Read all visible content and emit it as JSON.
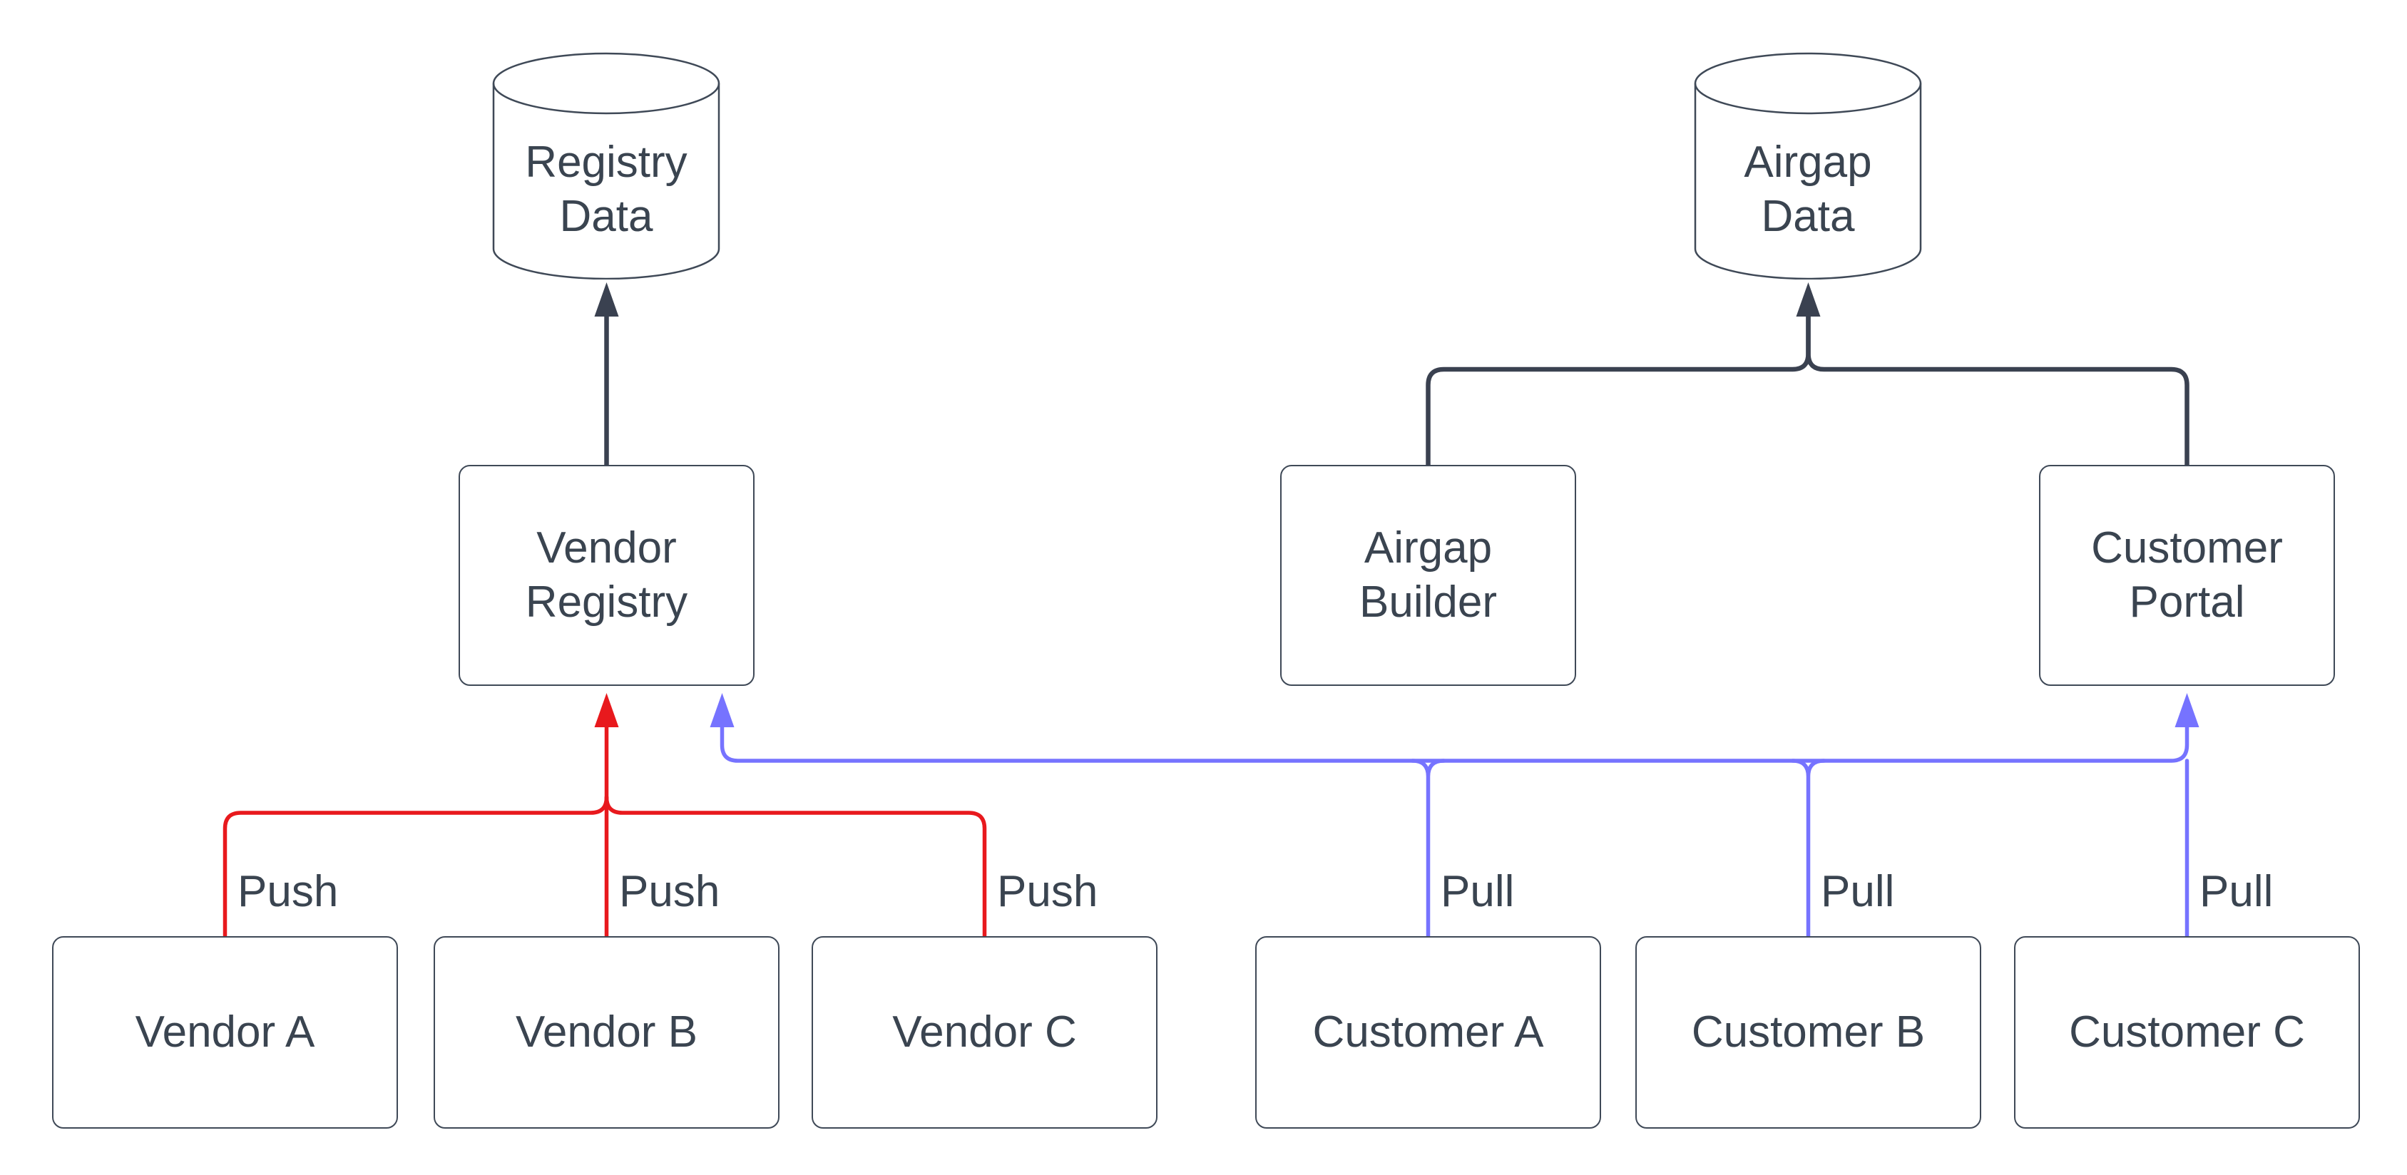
{
  "diagram": {
    "colors": {
      "background": "#ffffff",
      "node_border": "#3f4957",
      "text": "#3a4450",
      "store_edge": "#3a4150",
      "push_edge": "#e8191d",
      "pull_edge": "#7673ff"
    },
    "nodes": {
      "registry_data": {
        "lines": [
          "Registry",
          "Data"
        ]
      },
      "airgap_data": {
        "lines": [
          "Airgap",
          "Data"
        ]
      },
      "vendor_registry": {
        "lines": [
          "Vendor",
          "Registry"
        ]
      },
      "airgap_builder": {
        "lines": [
          "Airgap",
          "Builder"
        ]
      },
      "customer_portal": {
        "lines": [
          "Customer",
          "Portal"
        ]
      },
      "vendor_a": {
        "lines": [
          "Vendor A"
        ]
      },
      "vendor_b": {
        "lines": [
          "Vendor B"
        ]
      },
      "vendor_c": {
        "lines": [
          "Vendor C"
        ]
      },
      "customer_a": {
        "lines": [
          "Customer A"
        ]
      },
      "customer_b": {
        "lines": [
          "Customer B"
        ]
      },
      "customer_c": {
        "lines": [
          "Customer C"
        ]
      }
    },
    "edge_labels": {
      "push_a": "Push",
      "push_b": "Push",
      "push_c": "Push",
      "pull_a": "Pull",
      "pull_b": "Pull",
      "pull_c": "Pull"
    }
  }
}
